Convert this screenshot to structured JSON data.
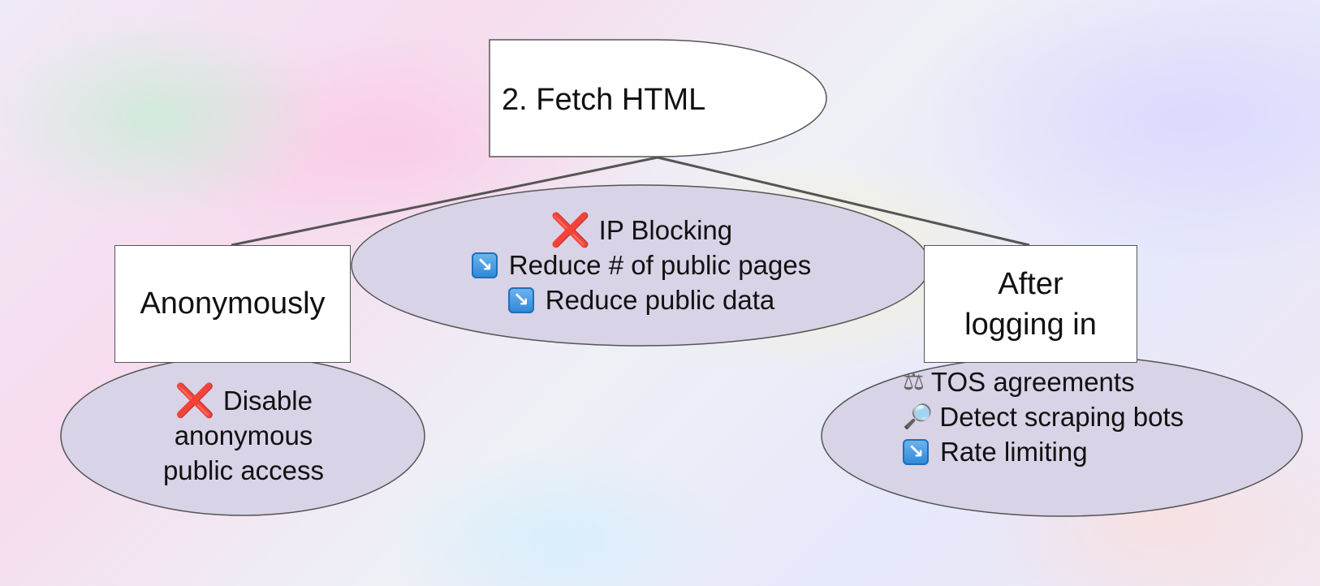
{
  "root": {
    "label": "2. Fetch HTML"
  },
  "left_node": {
    "label": "Anonymously"
  },
  "right_node": {
    "line1": "After",
    "line2": "logging in"
  },
  "center_bubble": {
    "items": [
      {
        "icon": "cross-mark-icon",
        "text": "IP Blocking"
      },
      {
        "icon": "down-right-arrow-icon",
        "text": "Reduce # of public pages"
      },
      {
        "icon": "down-right-arrow-icon",
        "text": "Reduce public data"
      }
    ]
  },
  "left_bubble": {
    "icon": "cross-mark-icon",
    "line1": "Disable",
    "line2": "anonymous",
    "line3": "public access"
  },
  "right_bubble": {
    "items": [
      {
        "icon": "balance-scale-icon",
        "text": "TOS agreements"
      },
      {
        "icon": "magnifying-glass-icon",
        "text": "Detect scraping bots"
      },
      {
        "icon": "down-right-arrow-icon",
        "text": "Rate limiting"
      }
    ]
  },
  "icons": {
    "cross": "❌",
    "arrow": "↘",
    "scale": "⚖",
    "magnifier": "🔎"
  },
  "colors": {
    "bubble_fill": "#d8d3e6",
    "cross_red": "#e0141e",
    "arrow_blue": "#2d86d6"
  }
}
